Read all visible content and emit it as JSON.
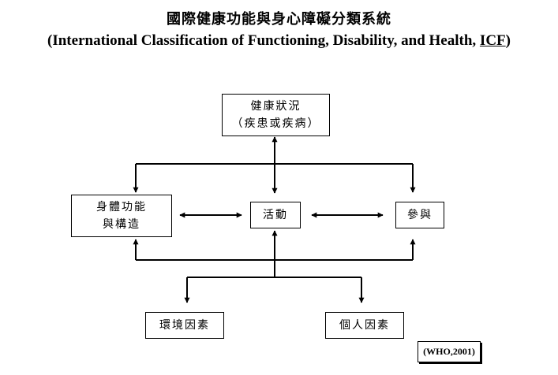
{
  "title": {
    "chinese": "國際健康功能與身心障礙分類系統",
    "english_prefix": "(International Classification of Functioning, Disability, and Health, ",
    "english_abbr": "ICF",
    "english_suffix": ")"
  },
  "nodes": {
    "health_condition": {
      "line1": "健康狀況",
      "line2": "（疾患或疾病）"
    },
    "body_functions": {
      "line1": "身體功能",
      "line2": "與構造"
    },
    "activity": {
      "label": "活動"
    },
    "participation": {
      "label": "參與"
    },
    "environmental_factors": {
      "label": "環境因素"
    },
    "personal_factors": {
      "label": "個人因素"
    }
  },
  "source": "(WHO,2001)"
}
